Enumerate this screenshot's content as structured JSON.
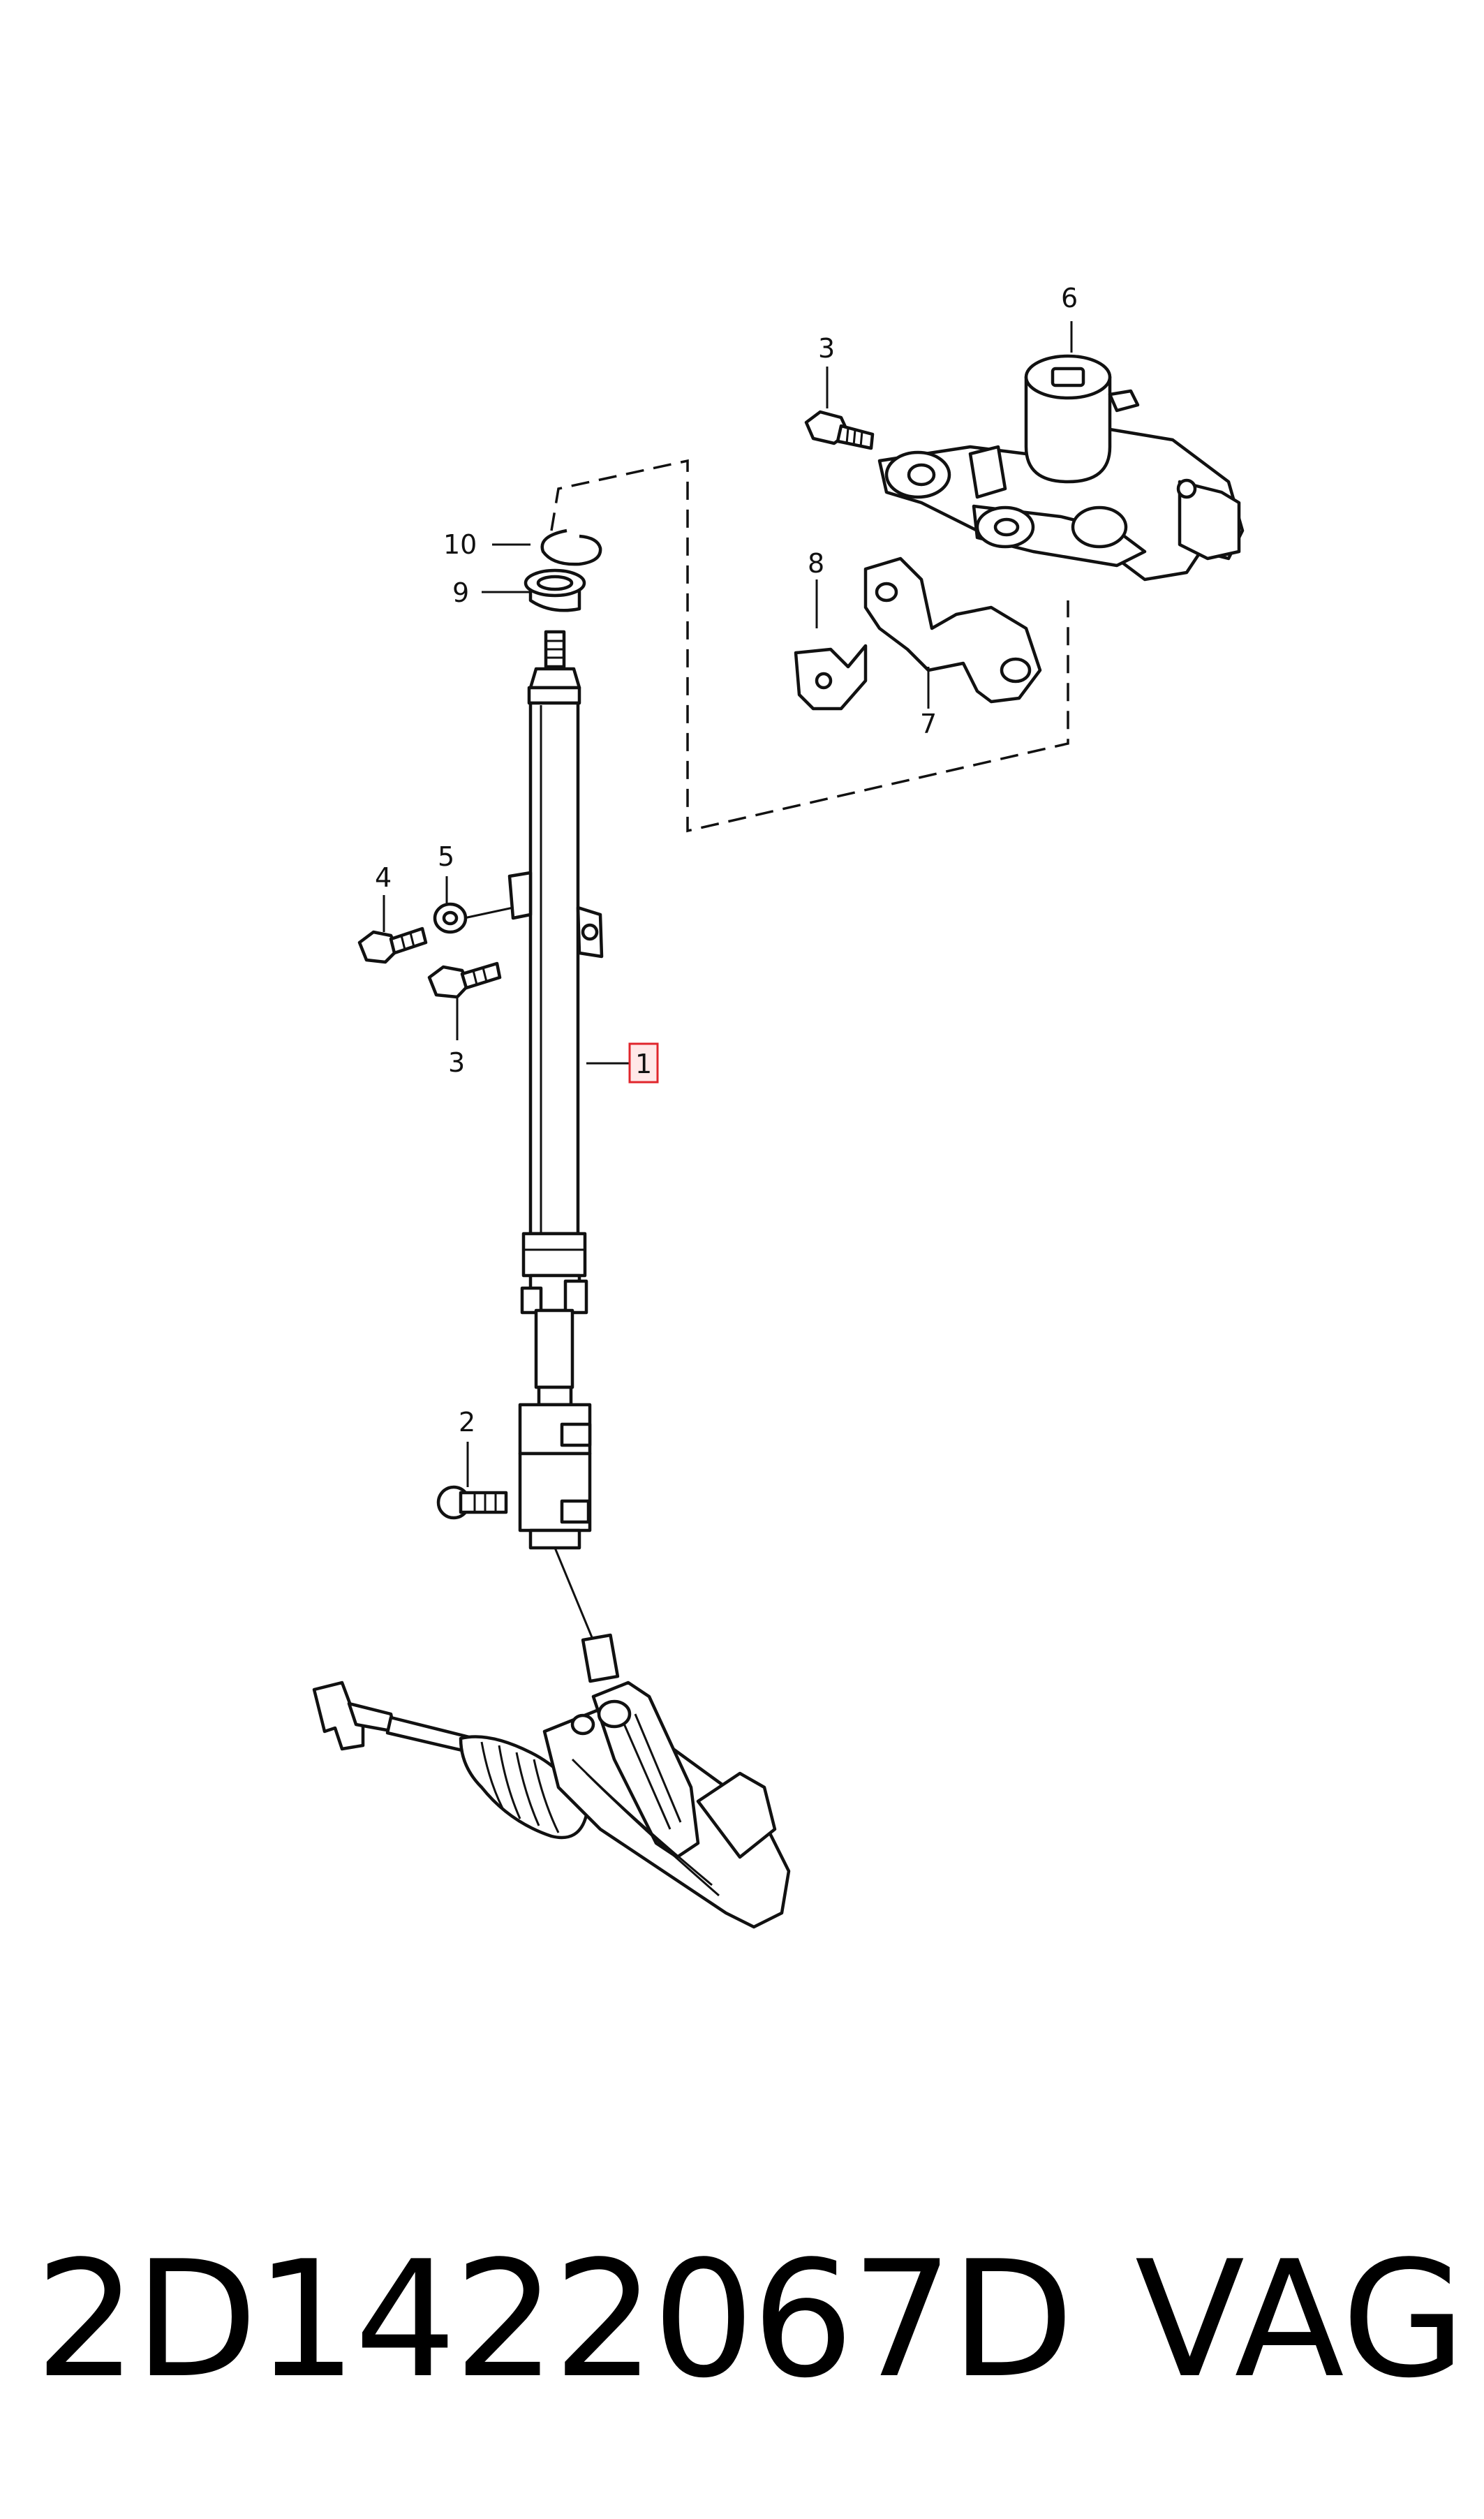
{
  "diagram": {
    "callouts": {
      "c1": "1",
      "c2": "2",
      "c3a": "3",
      "c3b": "3",
      "c4": "4",
      "c5": "5",
      "c6": "6",
      "c7": "7",
      "c8": "8",
      "c9": "9",
      "c10": "10"
    },
    "highlight_color": "#e0262c"
  },
  "footer": {
    "part_number": "2D1422067D",
    "brand": "VAG"
  }
}
